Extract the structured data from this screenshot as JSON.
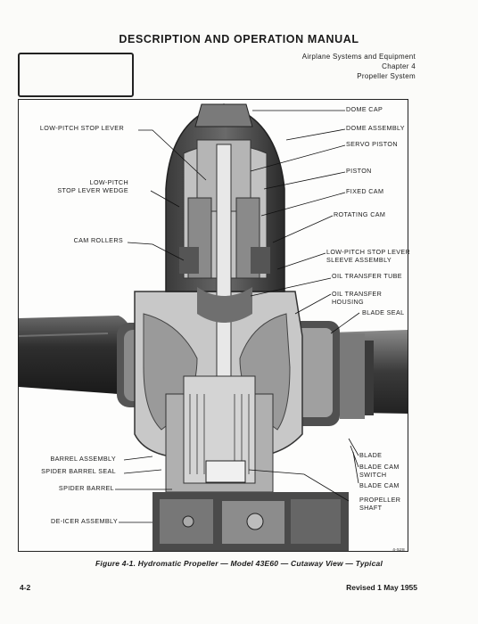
{
  "header": {
    "manual_title": "DESCRIPTION AND OPERATION MANUAL",
    "subject": "Airplane Systems and Equipment",
    "chapter": "Chapter 4",
    "section": "Propeller System"
  },
  "figure": {
    "left_callouts": [
      "LOW-PITCH STOP LEVER",
      "LOW-PITCH\nSTOP LEVER WEDGE",
      "CAM ROLLERS",
      "BARREL ASSEMBLY",
      "SPIDER BARREL SEAL",
      "SPIDER BARREL",
      "DE-ICER ASSEMBLY"
    ],
    "right_callouts": [
      "DOME CAP",
      "DOME ASSEMBLY",
      "SERVO PISTON",
      "PISTON",
      "FIXED CAM",
      "ROTATING CAM",
      "LOW-PITCH STOP LEVER\nSLEEVE ASSEMBLY",
      "OIL TRANSFER TUBE",
      "OIL TRANSFER\nHOUSING",
      "BLADE SEAL",
      "BLADE",
      "BLADE CAM\nSWITCH",
      "BLADE CAM",
      "PROPELLER\nSHAFT"
    ],
    "figure_number": "4-528",
    "caption": "Figure 4-1.  Hydromatic Propeller — Model 43E60 — Cutaway View — Typical"
  },
  "footer": {
    "page_number": "4-2",
    "revised": "Revised 1 May 1955"
  }
}
